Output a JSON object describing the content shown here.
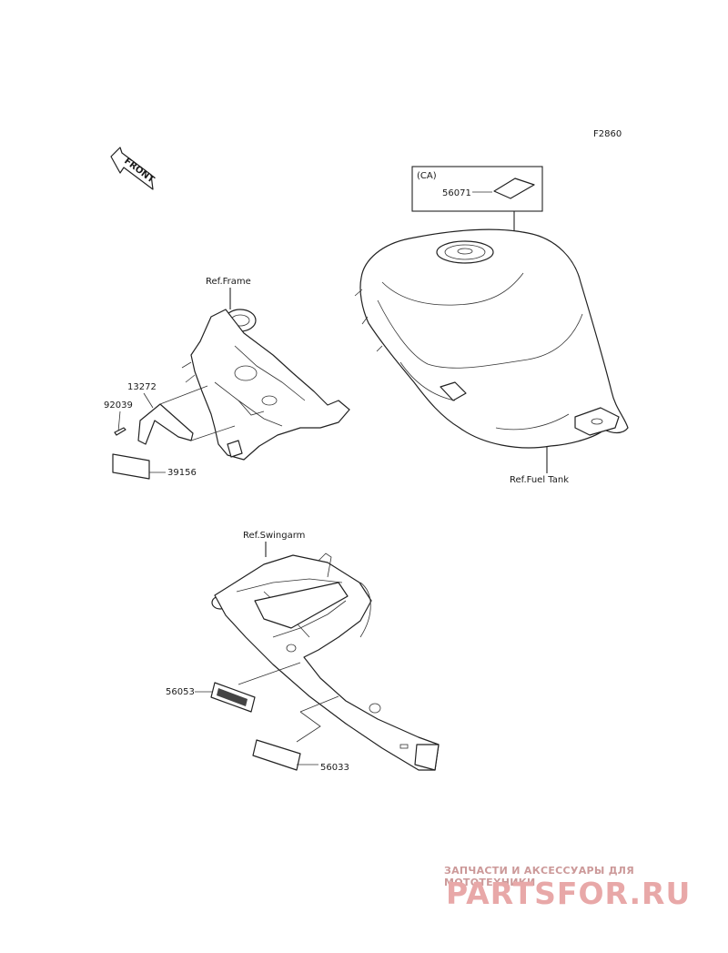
{
  "diagram": {
    "code": "F2860",
    "front_arrow": "FRONT",
    "ref_frame": "Ref.Frame",
    "ref_fuel_tank": "Ref.Fuel Tank",
    "ref_swingarm": "Ref.Swingarm",
    "ca_label": "(CA)",
    "parts": {
      "p56071": "56071",
      "p13272": "13272",
      "p92039": "92039",
      "p39156": "39156",
      "p56053": "56053",
      "p56033": "56033"
    }
  },
  "watermark": {
    "tagline": "ЗАПЧАСТИ И АКСЕССУАРЫ ДЛЯ МОТОТЕХНИКИ",
    "logo": "PARTSFOR.RU",
    "tagline_color": "#cc9999",
    "logo_color": "#e8a8a8"
  }
}
